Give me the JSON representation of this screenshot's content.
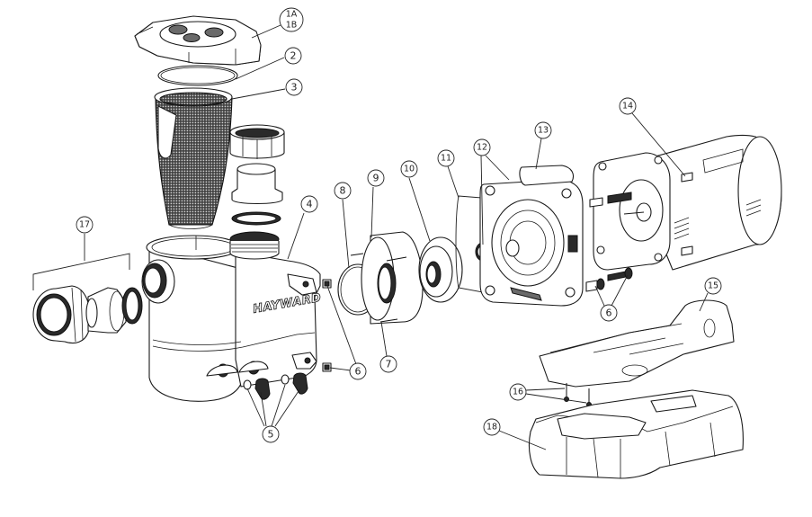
{
  "diagram": {
    "title": "Hayward pump exploded parts view",
    "brand_label": "HAYWARD",
    "callouts": {
      "c1": {
        "label_top": "1A",
        "label_bottom": "1B",
        "part": "strainer cover"
      },
      "c2": {
        "label": "2",
        "part": "cover o-ring"
      },
      "c3": {
        "label": "3",
        "part": "strainer basket"
      },
      "c4": {
        "label": "4",
        "part": "pump housing"
      },
      "c5": {
        "label": "5",
        "part": "drain plugs with o-rings"
      },
      "c6a": {
        "label": "6",
        "part": "housing nuts (upper/lower)"
      },
      "c6b": {
        "label": "6",
        "part": "motor bolts"
      },
      "c7": {
        "label": "7",
        "part": "diffuser screws"
      },
      "c8": {
        "label": "8",
        "part": "diffuser o-ring"
      },
      "c9": {
        "label": "9",
        "part": "diffuser"
      },
      "c10": {
        "label": "10",
        "part": "impeller"
      },
      "c11": {
        "label": "11",
        "part": "housing gasket"
      },
      "c12": {
        "label": "12",
        "part": "seal assembly"
      },
      "c13": {
        "label": "13",
        "part": "seal plate"
      },
      "c14": {
        "label": "14",
        "part": "motor"
      },
      "c15": {
        "label": "15",
        "part": "motor support"
      },
      "c16": {
        "label": "16",
        "part": "base screws"
      },
      "c17": {
        "label": "17",
        "part": "union connector kit"
      },
      "c18": {
        "label": "18",
        "part": "pump base"
      }
    }
  }
}
